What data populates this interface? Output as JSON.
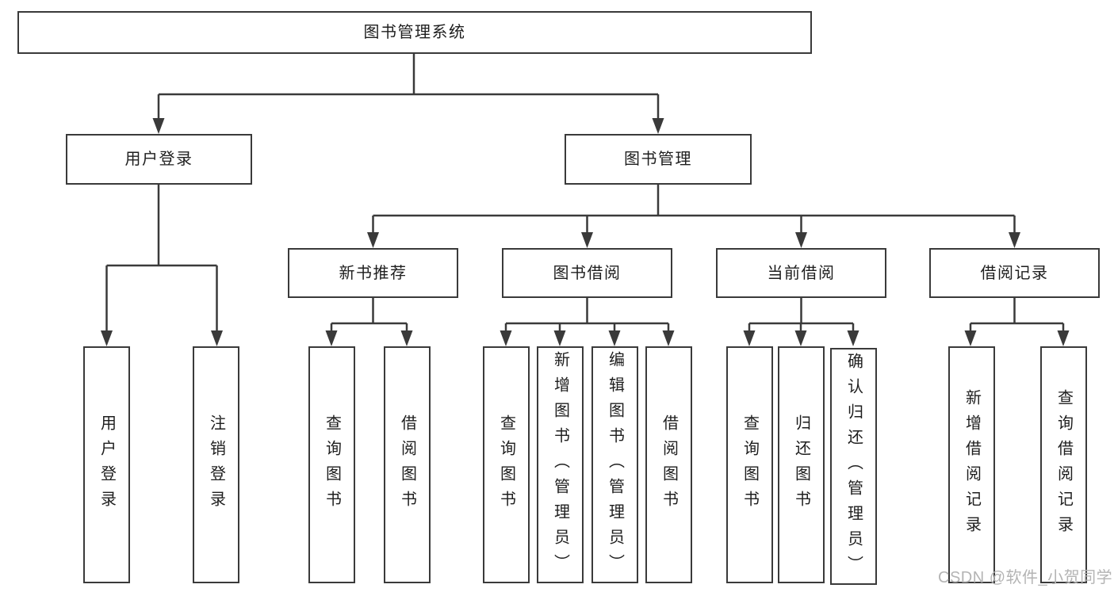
{
  "watermark": "CSDN @软件_小贺同学",
  "tree": {
    "root": "图书管理系统",
    "children": [
      {
        "label": "用户登录",
        "children": [
          {
            "label": "用户登录"
          },
          {
            "label": "注销登录"
          }
        ]
      },
      {
        "label": "图书管理",
        "children": [
          {
            "label": "新书推荐",
            "children": [
              {
                "label": "查询图书"
              },
              {
                "label": "借阅图书"
              }
            ]
          },
          {
            "label": "图书借阅",
            "children": [
              {
                "label": "查询图书"
              },
              {
                "label": "新增图书（管理员）"
              },
              {
                "label": "编辑图书（管理员）"
              },
              {
                "label": "借阅图书"
              }
            ]
          },
          {
            "label": "当前借阅",
            "children": [
              {
                "label": "查询图书"
              },
              {
                "label": "归还图书"
              },
              {
                "label": "确认归还（管理员）"
              }
            ]
          },
          {
            "label": "借阅记录",
            "children": [
              {
                "label": "新增借阅记录"
              },
              {
                "label": "查询借阅记录"
              }
            ]
          }
        ]
      }
    ]
  }
}
